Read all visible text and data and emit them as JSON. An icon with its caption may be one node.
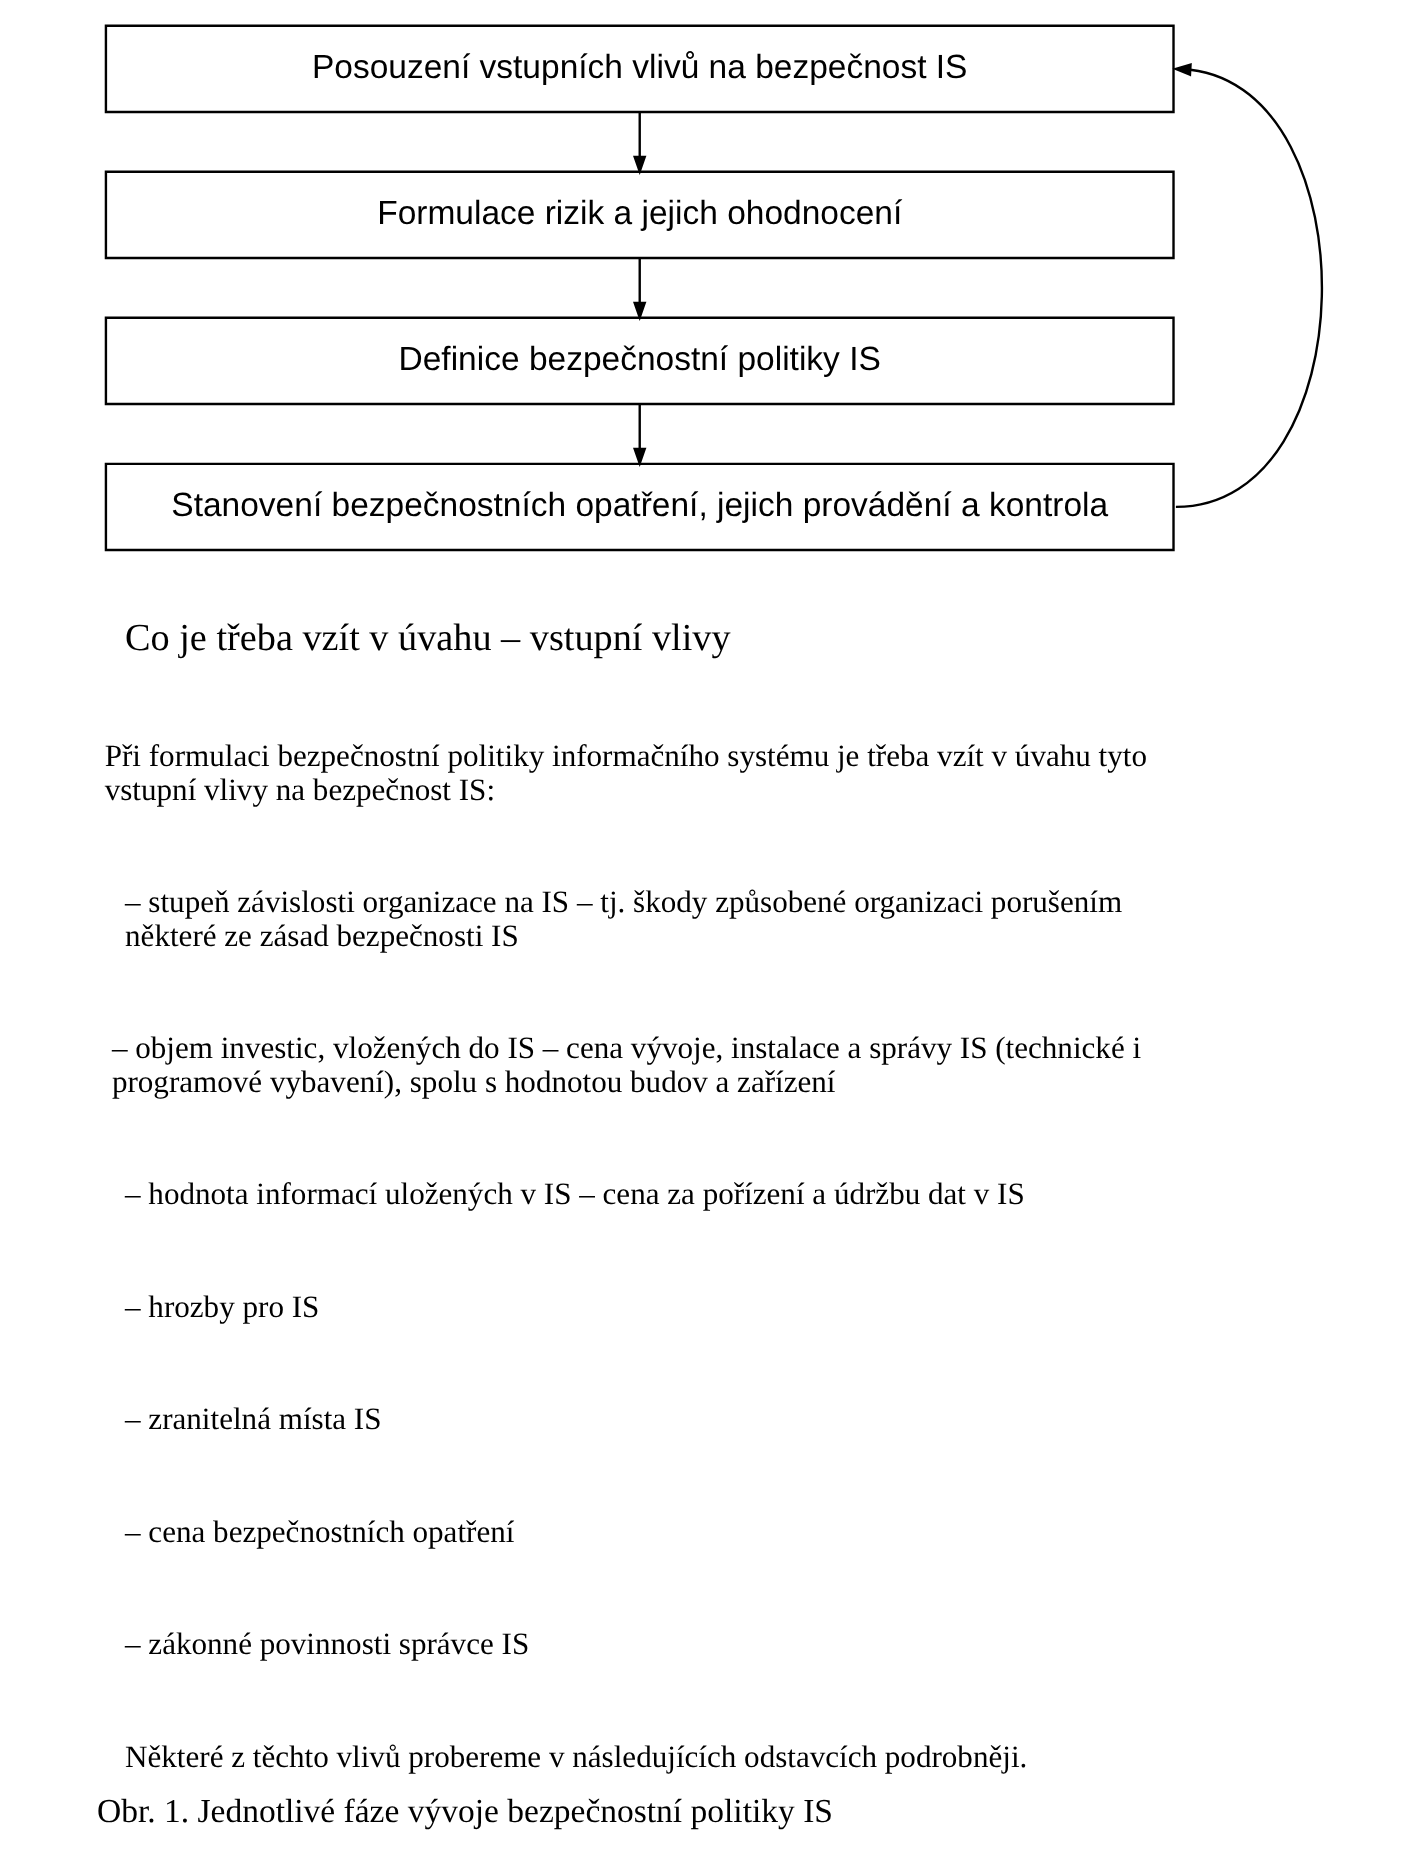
{
  "diagram": {
    "caption": "Obr. 1. Jednotlivé fáze vývoje bezpečnostní politiky IS",
    "nodes": [
      {
        "text": [
          "Posouzení vstupních vlivů na bezpečnost IS"
        ]
      },
      {
        "text": [
          "Formulace rizik a jejich ohodnocení"
        ]
      },
      {
        "text": [
          "Definice bezpečnostní politiky IS"
        ]
      },
      {
        "text": [
          "Stanovení bezpečnostních opatření, jejich provádění a kontrola"
        ]
      }
    ],
    "edges": [
      {
        "from": 0,
        "to": 1,
        "arrow": "to"
      },
      {
        "from": 1,
        "to": 2,
        "arrow": "to"
      },
      {
        "from": 2,
        "to": 3,
        "arrow": "to"
      },
      {
        "from": 3,
        "to": 0,
        "arrow": "to"
      }
    ],
    "labels": [
      "Co je třeba vzít v úvahu – vstupní vlivy",
      "Při formulaci bezpečnostní politiky informačního systému je třeba vzít v úvahu tyto vstupní vlivy na bezpečnost IS:",
      "– stupeň závislosti organizace na IS – tj. škody způsobené organizaci porušením některé ze zásad bezpečnosti IS",
      "– objem investic, vložených do IS – cena vývoje, instalace a správy IS (technické i programové vybavení), spolu s hodnotou budov a zařízení",
      "– hodnota informací uložených v IS – cena za pořízení a údržbu dat v IS",
      "– hrozby pro IS",
      "– zranitelná místa IS",
      "– cena bezpečnostních opatření",
      "– zákonné povinnosti správce IS",
      "Některé z těchto vlivů probereme v následujících odstavcích podrobněji."
    ]
  }
}
